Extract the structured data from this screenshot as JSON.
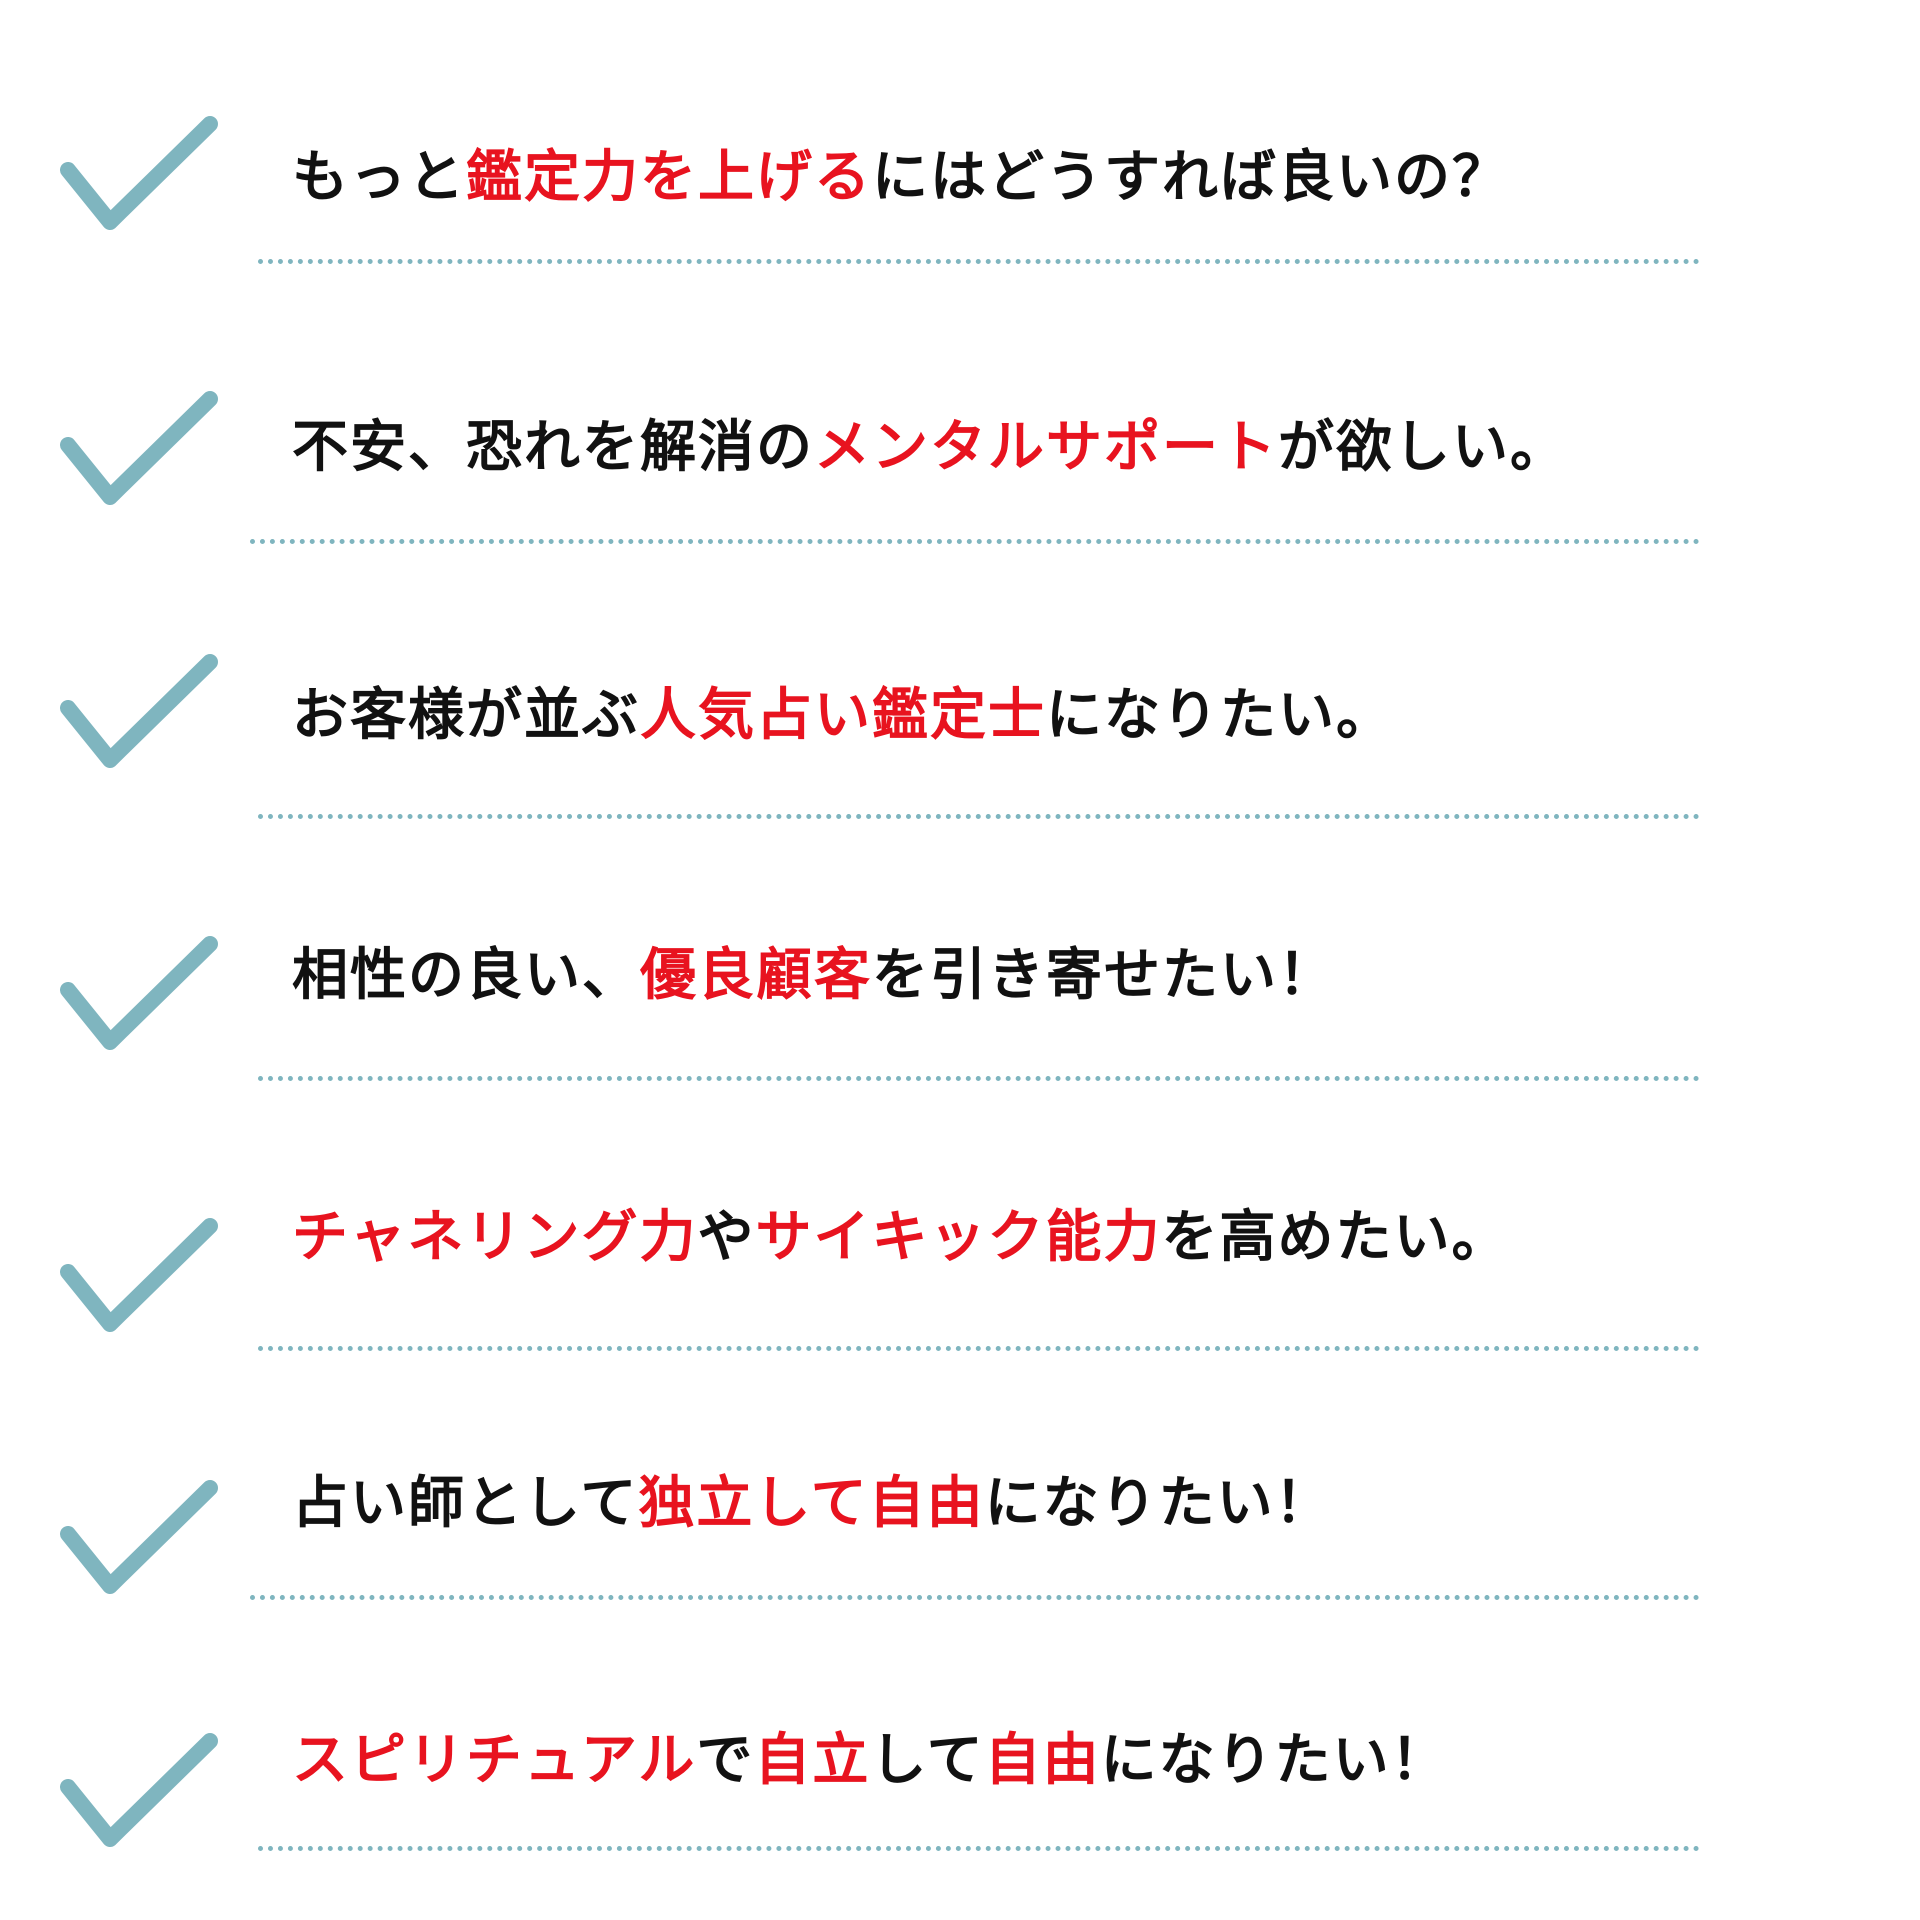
{
  "colors": {
    "check": "#7fb5bf",
    "divider": "#7fb5bf",
    "text": "#111111",
    "highlight": "#e8131f"
  },
  "items": [
    {
      "icon": "check-icon",
      "segments": [
        {
          "text": "もっと",
          "highlight": false
        },
        {
          "text": "鑑定力を上げる",
          "highlight": true
        },
        {
          "text": "にはどうすれば良いの？",
          "highlight": false
        }
      ]
    },
    {
      "icon": "check-icon",
      "segments": [
        {
          "text": "不安、恐れを解消の",
          "highlight": false
        },
        {
          "text": "メンタルサポート",
          "highlight": true
        },
        {
          "text": "が欲しい。",
          "highlight": false
        }
      ]
    },
    {
      "icon": "check-icon",
      "segments": [
        {
          "text": "お客様が並ぶ",
          "highlight": false
        },
        {
          "text": "人気占い鑑定士",
          "highlight": true
        },
        {
          "text": "になりたい。",
          "highlight": false
        }
      ]
    },
    {
      "icon": "check-icon",
      "segments": [
        {
          "text": "相性の良い、",
          "highlight": false
        },
        {
          "text": "優良顧客",
          "highlight": true
        },
        {
          "text": "を引き寄せたい！",
          "highlight": false
        }
      ]
    },
    {
      "icon": "check-icon",
      "segments": [
        {
          "text": "チャネリング力",
          "highlight": true
        },
        {
          "text": "や",
          "highlight": false
        },
        {
          "text": "サイキック能力",
          "highlight": true
        },
        {
          "text": "を高めたい。",
          "highlight": false
        }
      ]
    },
    {
      "icon": "check-icon",
      "segments": [
        {
          "text": "占い師として",
          "highlight": false
        },
        {
          "text": "独立して自由",
          "highlight": true
        },
        {
          "text": "になりたい！",
          "highlight": false
        }
      ]
    },
    {
      "icon": "check-icon",
      "segments": [
        {
          "text": "スピリチュアル",
          "highlight": true
        },
        {
          "text": "で",
          "highlight": false
        },
        {
          "text": "自立",
          "highlight": true
        },
        {
          "text": "して",
          "highlight": false
        },
        {
          "text": "自由",
          "highlight": true
        },
        {
          "text": "になりたい！",
          "highlight": false
        }
      ]
    }
  ]
}
